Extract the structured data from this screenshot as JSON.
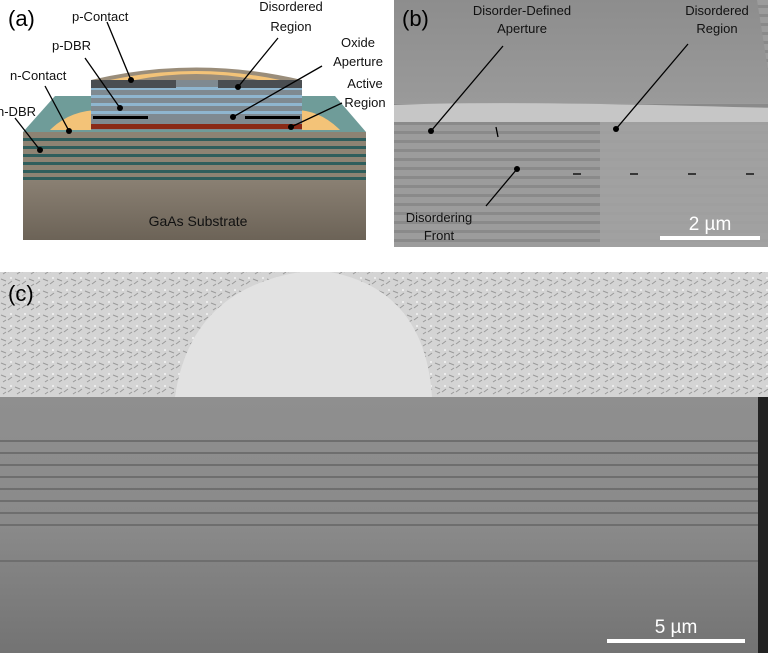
{
  "panel_a": {
    "letter": "(a)",
    "labels": {
      "p_contact": "p-Contact",
      "disordered_region": [
        "Disordered",
        "Region"
      ],
      "p_dbr": "p-DBR",
      "oxide_aperture": [
        "Oxide",
        "Aperture"
      ],
      "n_contact": "n-Contact",
      "active_region": [
        "Active",
        "Region"
      ],
      "n_dbr": "n-DBR",
      "substrate": "GaAs Substrate"
    },
    "colors": {
      "contact": "#f3c378",
      "n_dbr_layer": "#2f5e5c",
      "active": "#8a2a17",
      "substrate": "#7a6f62"
    }
  },
  "panel_b": {
    "letter": "(b)",
    "labels": {
      "aperture": [
        "Disorder-Defined",
        "Aperture"
      ],
      "disordered_region": [
        "Disordered",
        "Region"
      ],
      "front": [
        "Disordering",
        "Front"
      ]
    },
    "scale_bar": "2 µm"
  },
  "panel_c": {
    "letter": "(c)",
    "scale_bar": "5 µm"
  }
}
